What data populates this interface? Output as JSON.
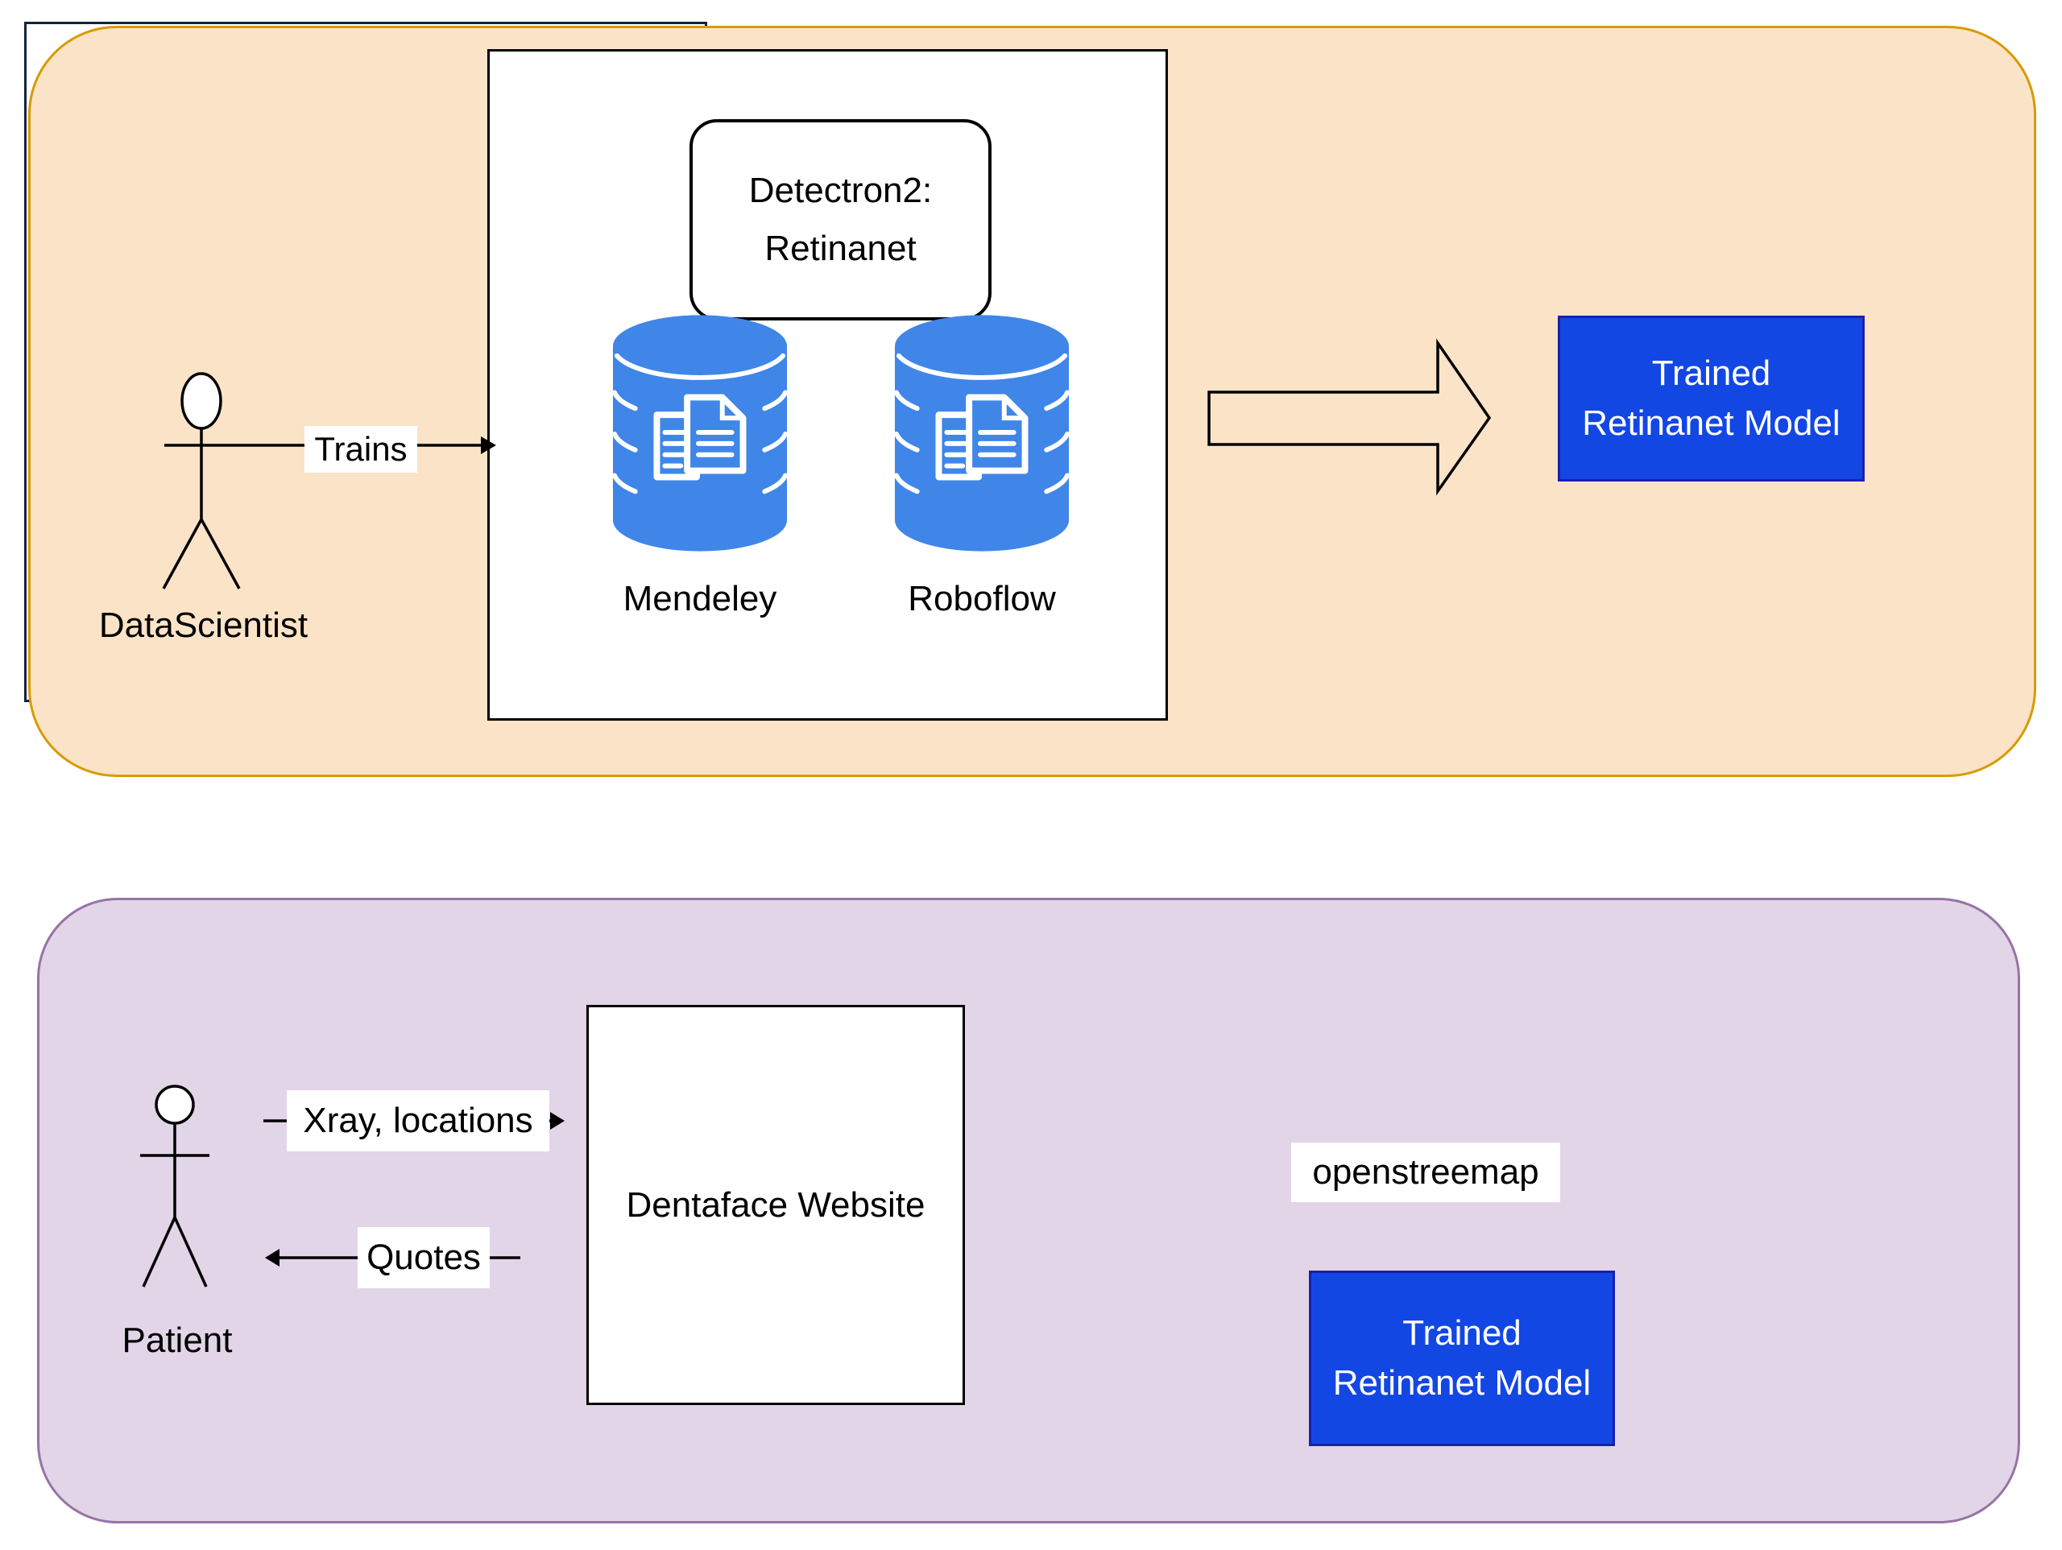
{
  "colors": {
    "orange_fill": "#FBE3C7",
    "orange_stroke": "#D79B00",
    "purple_fill": "#E1D5E7",
    "purple_stroke": "#9673A6",
    "navy_stroke": "#16213E",
    "model_fill": "#1347E4",
    "model_stroke": "#1A1FAE",
    "cyl_blue": "#3F86E8"
  },
  "training_section": {
    "actor_label": "DataScientist",
    "trains_label": "Trains",
    "framework_box": {
      "title_line1": "Detectron2:",
      "title_line2": "Retinanet"
    },
    "datasets": [
      {
        "label": "Mendeley"
      },
      {
        "label": "Roboflow"
      }
    ],
    "output_model": {
      "line1": "Trained",
      "line2": "Retinanet Model"
    }
  },
  "inference_section": {
    "actor_label": "Patient",
    "request_label": "Xray, locations",
    "response_label": "Quotes",
    "website_label": "Dentaface Website",
    "map_label": "openstreemap",
    "model_box": {
      "line1": "Trained",
      "line2": "Retinanet Model"
    }
  }
}
